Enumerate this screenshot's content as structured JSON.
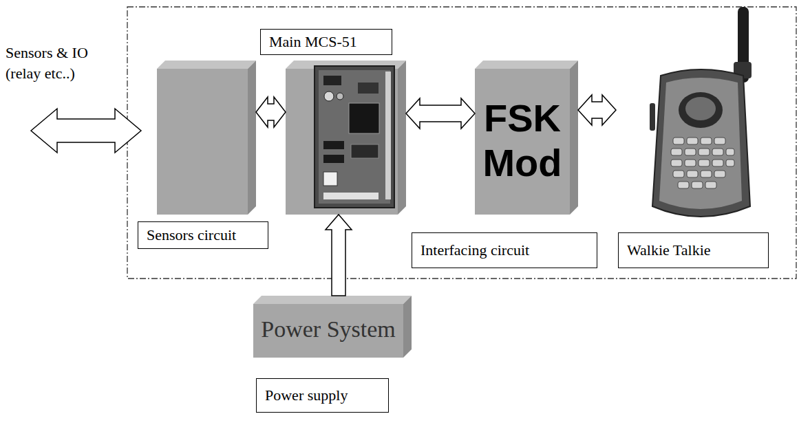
{
  "diagram": {
    "nodes": [
      {
        "text": [
          "Sensors circuit"
        ]
      },
      {
        "text": [
          "Main MCS-51"
        ]
      },
      {
        "text": [
          "FSK Mod",
          "Interfacing circuit"
        ]
      },
      {
        "text": [
          "Walkie Talkie"
        ]
      },
      {
        "text": [
          "Power System",
          "Power supply"
        ]
      }
    ],
    "edges": [
      {
        "from": 0,
        "to": 1,
        "arrow": "both"
      },
      {
        "from": 1,
        "to": 2,
        "arrow": "both"
      },
      {
        "from": 2,
        "to": 3,
        "arrow": "both"
      },
      {
        "from": 4,
        "to": 1,
        "arrow": "to"
      }
    ],
    "labels": [
      "Sensors & IO (relay etc..)"
    ]
  }
}
